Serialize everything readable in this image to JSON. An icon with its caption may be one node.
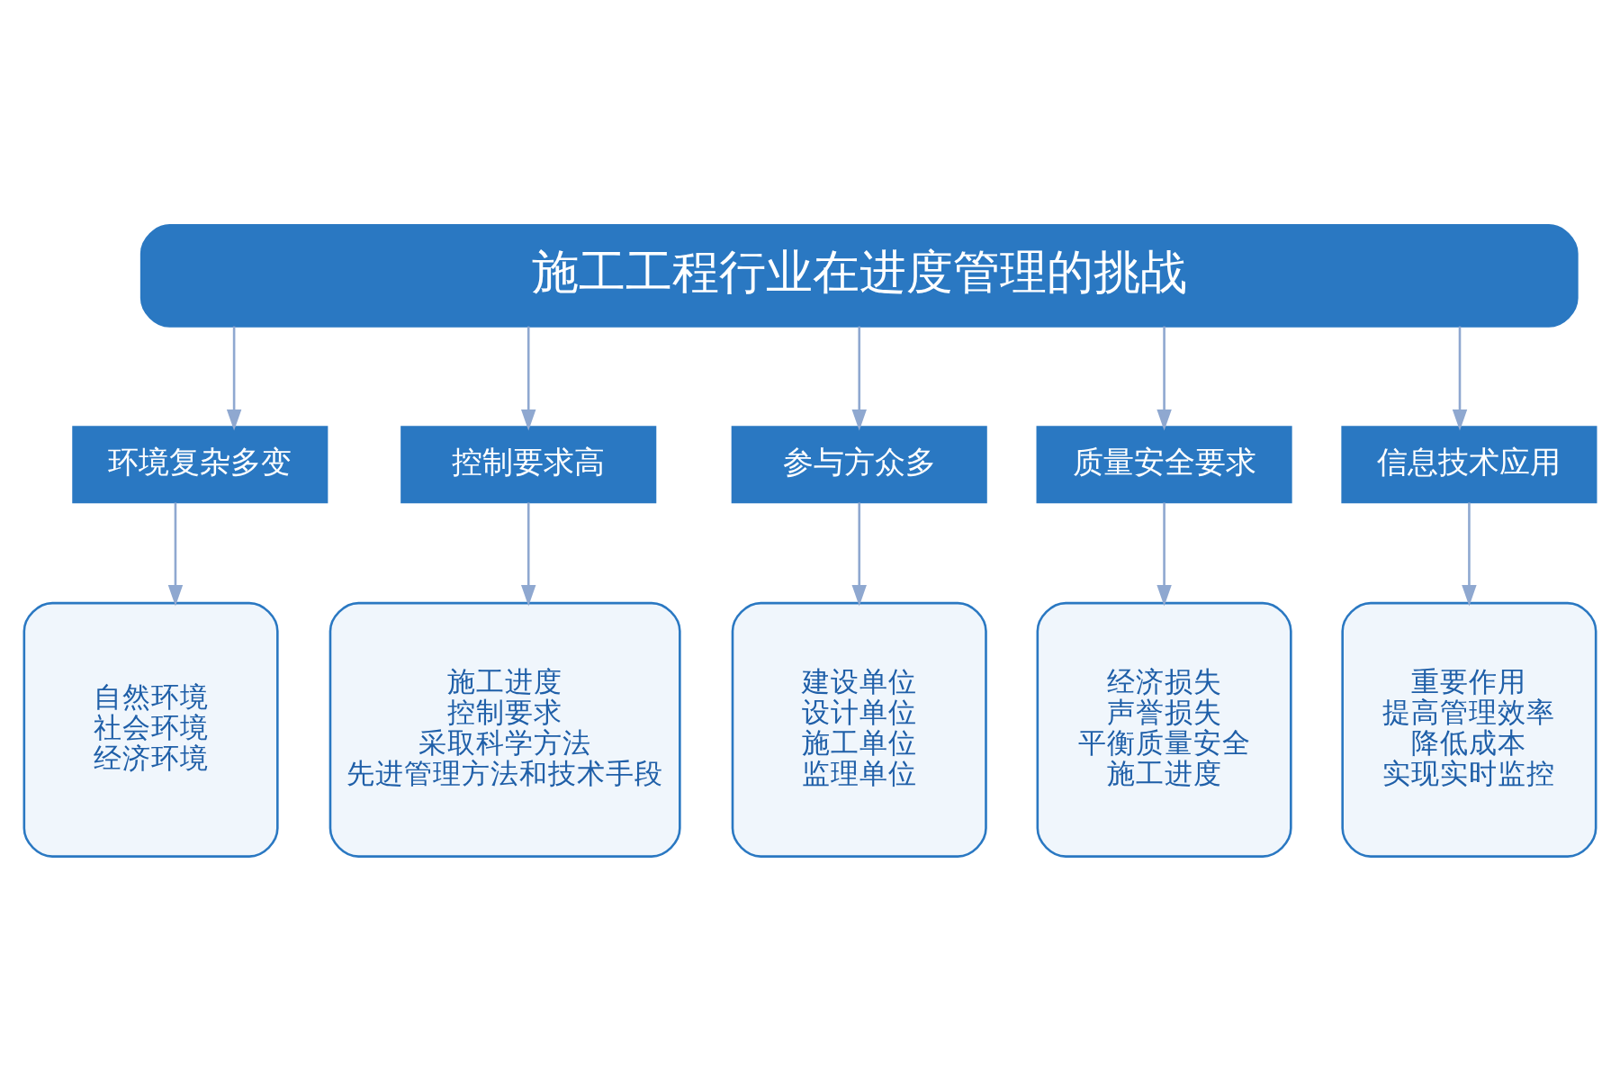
{
  "diagram": {
    "nodes": [
      {
        "text": [
          "施工工程行业在进度管理的挑战"
        ]
      },
      {
        "text": [
          "环境复杂多变"
        ]
      },
      {
        "text": [
          "控制要求高"
        ]
      },
      {
        "text": [
          "参与方众多"
        ]
      },
      {
        "text": [
          "质量安全要求"
        ]
      },
      {
        "text": [
          "信息技术应用"
        ]
      },
      {
        "text": [
          "自然环境",
          "社会环境",
          "经济环境"
        ]
      },
      {
        "text": [
          "施工进度",
          "控制要求",
          "采取科学方法",
          "先进管理方法和技术手段"
        ]
      },
      {
        "text": [
          "建设单位",
          "设计单位",
          "施工单位",
          "监理单位"
        ]
      },
      {
        "text": [
          "经济损失",
          "声誉损失",
          "平衡质量安全",
          "施工进度"
        ]
      },
      {
        "text": [
          "重要作用",
          "提高管理效率",
          "降低成本",
          "实现实时监控"
        ]
      }
    ],
    "edges": [
      {
        "from": 0,
        "to": 1,
        "arrow": "to"
      },
      {
        "from": 0,
        "to": 2,
        "arrow": "to"
      },
      {
        "from": 0,
        "to": 3,
        "arrow": "to"
      },
      {
        "from": 0,
        "to": 4,
        "arrow": "to"
      },
      {
        "from": 0,
        "to": 5,
        "arrow": "to"
      },
      {
        "from": 1,
        "to": 6,
        "arrow": "to"
      },
      {
        "from": 2,
        "to": 7,
        "arrow": "to"
      },
      {
        "from": 3,
        "to": 8,
        "arrow": "to"
      },
      {
        "from": 4,
        "to": 9,
        "arrow": "to"
      },
      {
        "from": 5,
        "to": 10,
        "arrow": "to"
      }
    ]
  }
}
